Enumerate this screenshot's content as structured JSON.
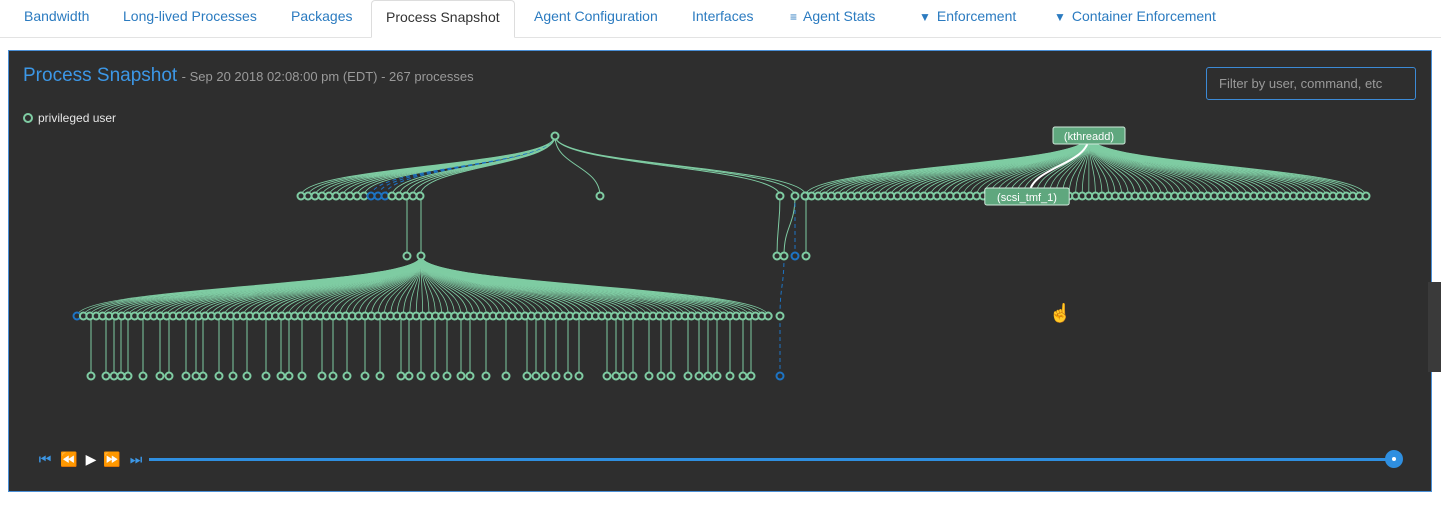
{
  "tabs": [
    {
      "label": "Bandwidth",
      "icon": ""
    },
    {
      "label": "Long-lived Processes",
      "icon": ""
    },
    {
      "label": "Packages",
      "icon": ""
    },
    {
      "label": "Process Snapshot",
      "icon": ""
    },
    {
      "label": "Agent Configuration",
      "icon": ""
    },
    {
      "label": "Interfaces",
      "icon": ""
    },
    {
      "label": "Agent Stats",
      "icon": "rss-icon"
    },
    {
      "label": "Enforcement",
      "icon": "shield-icon"
    },
    {
      "label": "Container Enforcement",
      "icon": "shield-icon"
    }
  ],
  "active_tab": "Process Snapshot",
  "panel": {
    "title": "Process Snapshot",
    "subtitle": "- Sep 20 2018 02:08:00 pm (EDT) - 267 processes",
    "filter_placeholder": "Filter by user, command, etc",
    "legend_label": "privileged user"
  },
  "tree": {
    "node_labels": [
      "(kthreadd)",
      "(scsi_tmf_1)"
    ],
    "colors": {
      "node": "#7fcca3",
      "highlight": "#1d74c4",
      "label_bg": "#5fa77e"
    }
  },
  "player": {
    "buttons": [
      "skip-start-icon",
      "rewind-icon",
      "play-icon",
      "fast-forward-icon",
      "skip-end-icon"
    ],
    "position": 1.0,
    "accent": "#2f8fe0"
  }
}
